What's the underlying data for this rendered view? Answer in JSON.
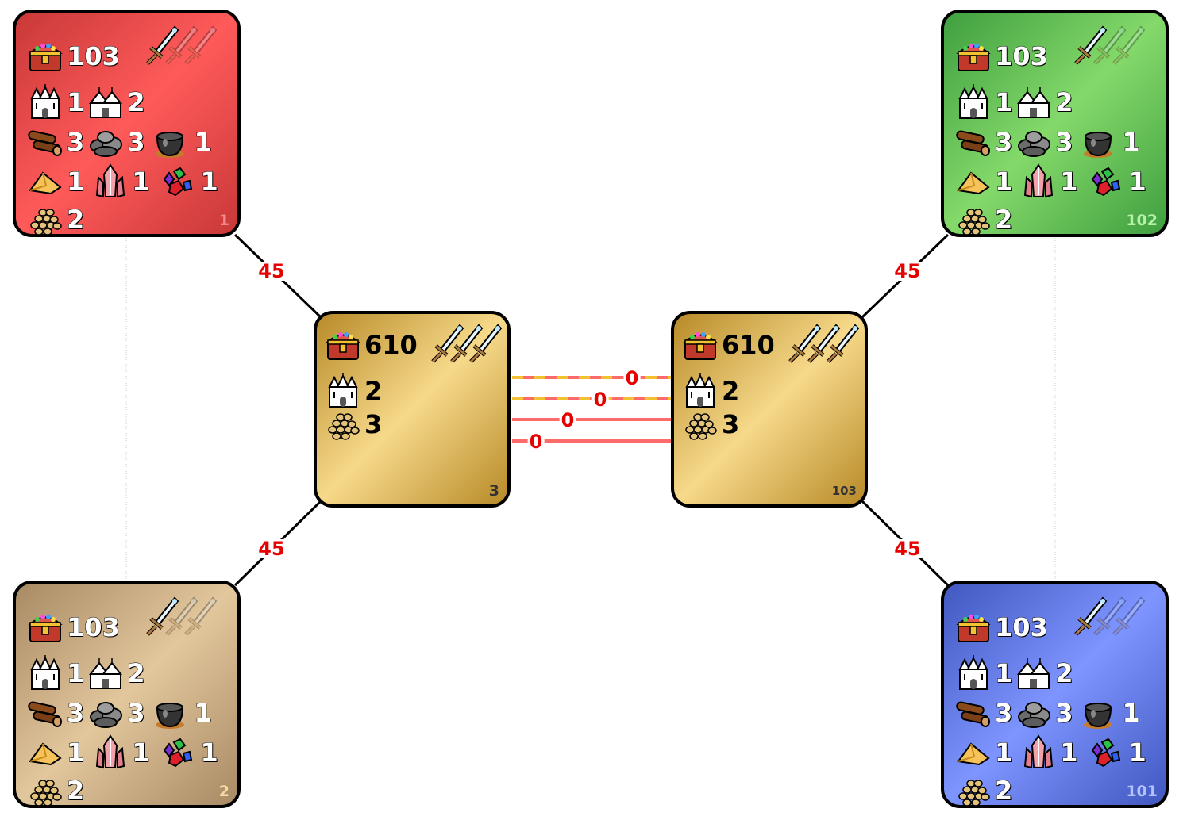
{
  "tiles": {
    "red": {
      "treasure": "103",
      "castle": "1",
      "fort": "2",
      "wood": "3",
      "stone": "3",
      "cauldron": "1",
      "gold_ore": "1",
      "crystal": "1",
      "gems": "1",
      "grain": "2",
      "id": "1",
      "id_color": "#f08a8a",
      "swords_active": 1,
      "swords_total": 3
    },
    "green": {
      "treasure": "103",
      "castle": "1",
      "fort": "2",
      "wood": "3",
      "stone": "3",
      "cauldron": "1",
      "gold_ore": "1",
      "crystal": "1",
      "gems": "1",
      "grain": "2",
      "id": "102",
      "id_color": "#b7f0a9",
      "swords_active": 1,
      "swords_total": 3
    },
    "tan": {
      "treasure": "103",
      "castle": "1",
      "fort": "2",
      "wood": "3",
      "stone": "3",
      "cauldron": "1",
      "gold_ore": "1",
      "crystal": "1",
      "gems": "1",
      "grain": "2",
      "id": "2",
      "id_color": "#f7d9a8",
      "swords_active": 1,
      "swords_total": 3
    },
    "blue": {
      "treasure": "103",
      "castle": "1",
      "fort": "2",
      "wood": "3",
      "stone": "3",
      "cauldron": "1",
      "gold_ore": "1",
      "crystal": "1",
      "gems": "1",
      "grain": "2",
      "id": "101",
      "id_color": "#b3c1ff",
      "swords_active": 1,
      "swords_total": 3
    },
    "gold_left": {
      "treasure": "610",
      "castle": "2",
      "grain": "3",
      "id": "3",
      "id_color": "#333333",
      "swords_active": 3,
      "swords_total": 3
    },
    "gold_right": {
      "treasure": "610",
      "castle": "2",
      "grain": "3",
      "id": "103",
      "id_color": "#333333",
      "swords_active": 3,
      "swords_total": 3
    }
  },
  "links": {
    "red_to_left": "45",
    "green_to_right": "45",
    "tan_to_left": "45",
    "blue_to_right": "45",
    "bridge": [
      "0",
      "0",
      "0",
      "0"
    ]
  },
  "colors": {
    "link_red": "#e60000",
    "bridge_line": "#ff6b6b",
    "bridge_dash": "#f2c230"
  }
}
